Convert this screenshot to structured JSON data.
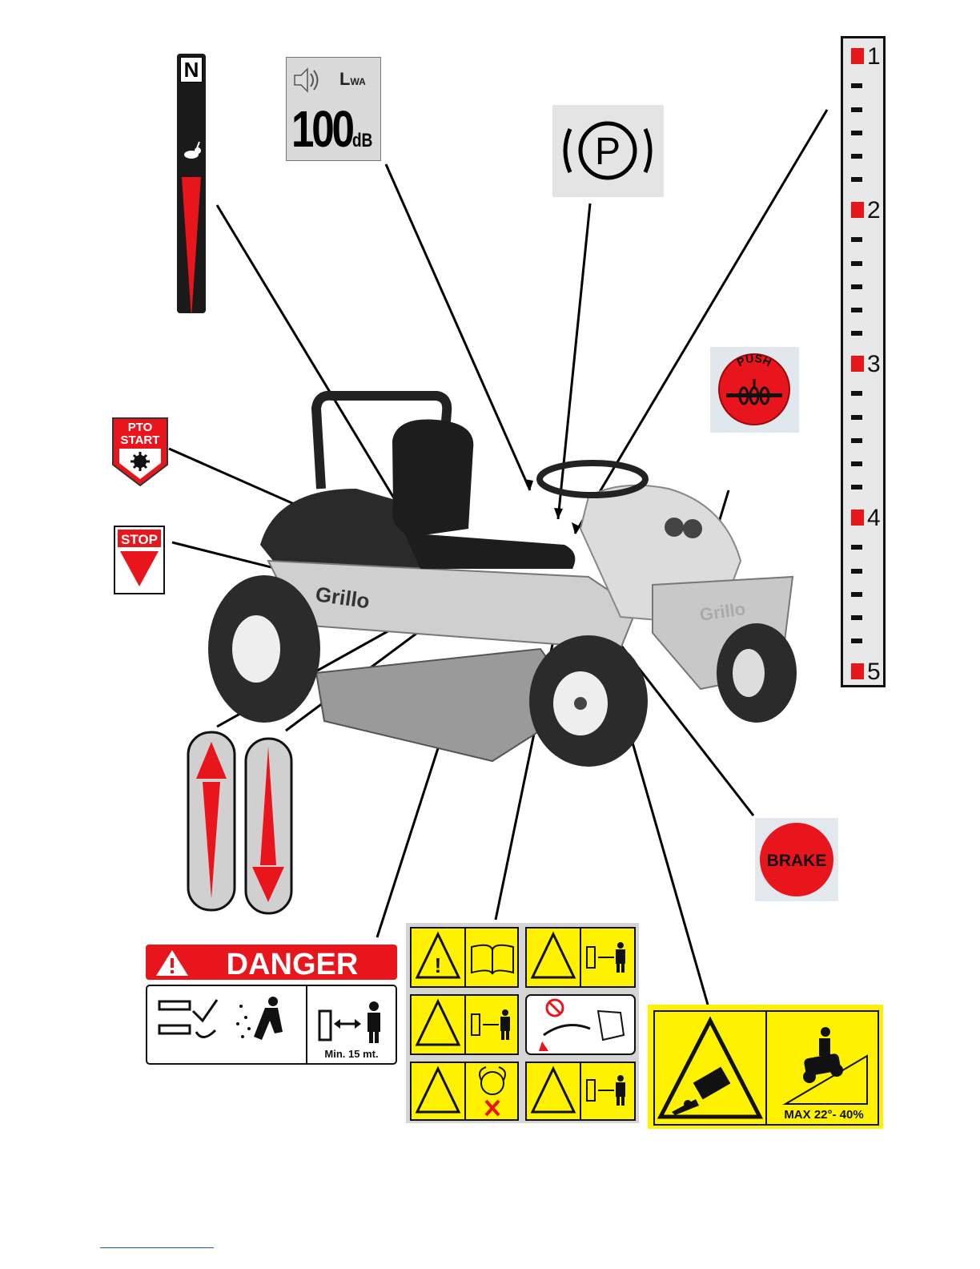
{
  "labels": {
    "noise": {
      "lwa": "L",
      "lwa_sub": "WA",
      "value": "100",
      "unit": "dB"
    },
    "parking": {
      "symbol": "P"
    },
    "speed": {
      "neutral": "N"
    },
    "pto": {
      "line1": "PTO",
      "line2": "START"
    },
    "stop": "STOP",
    "push": "PUSH",
    "brake": "BRAKE",
    "danger": {
      "title": "DANGER",
      "distance": "Min. 15 mt."
    },
    "slope": {
      "limit": "MAX 22°- 40%"
    },
    "ruler": [
      "1",
      "2",
      "3",
      "4",
      "5"
    ]
  },
  "colors": {
    "safety_red": "#e8151c",
    "safety_yellow": "#fff200",
    "decal_black": "#1a1a1a"
  },
  "mower": {
    "brand_side": "Grillo",
    "brand_front": "Grillo"
  }
}
